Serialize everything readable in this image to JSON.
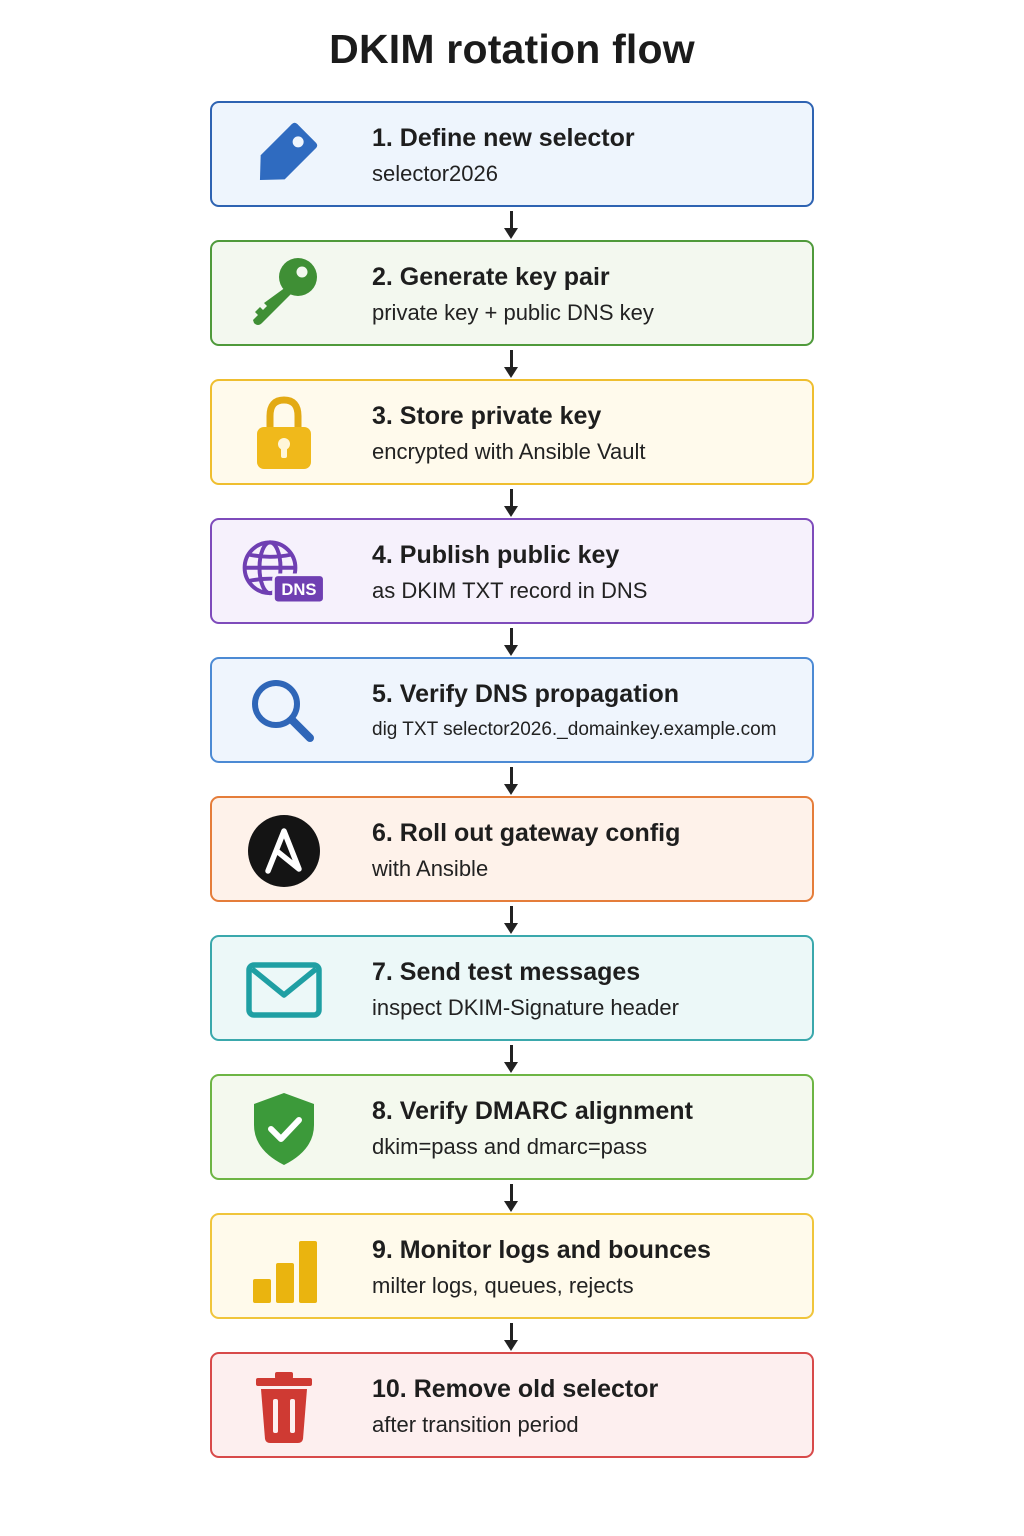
{
  "title": "DKIM rotation flow",
  "steps": [
    {
      "title": "1. Define new selector",
      "subtitle": "selector2026",
      "icon": "tag-icon",
      "border": "#2e63b2",
      "bg": "#eef5fd"
    },
    {
      "title": "2. Generate key pair",
      "subtitle": "private key + public DNS key",
      "icon": "key-icon",
      "border": "#4f9a3b",
      "bg": "#f3f8ef"
    },
    {
      "title": "3. Store private key",
      "subtitle": "encrypted with Ansible Vault",
      "icon": "padlock-icon",
      "border": "#efbe2f",
      "bg": "#fffaec"
    },
    {
      "title": "4. Publish public key",
      "subtitle": "as DKIM TXT record in DNS",
      "icon": "globe-dns-icon",
      "icon_text": "DNS",
      "border": "#7e4bbb",
      "bg": "#f6f1fc"
    },
    {
      "title": "5. Verify DNS propagation",
      "subtitle": "dig TXT selector2026._domainkey.example.com",
      "icon": "magnifier-icon",
      "border": "#4c8ad4",
      "bg": "#eff5fd"
    },
    {
      "title": "6. Roll out gateway config",
      "subtitle": "with Ansible",
      "icon": "ansible-logo-icon",
      "border": "#e57d3a",
      "bg": "#fef2ea"
    },
    {
      "title": "7. Send test messages",
      "subtitle": "inspect DKIM-Signature header",
      "icon": "envelope-icon",
      "border": "#3aa8ac",
      "bg": "#ecf8f8"
    },
    {
      "title": "8. Verify DMARC alignment",
      "subtitle": "dkim=pass and dmarc=pass",
      "icon": "shield-check-icon",
      "border": "#6db544",
      "bg": "#f4f9ee"
    },
    {
      "title": "9. Monitor logs and bounces",
      "subtitle": "milter logs, queues, rejects",
      "icon": "bar-chart-icon",
      "border": "#f0c53b",
      "bg": "#fffaeb"
    },
    {
      "title": "10. Remove old selector",
      "subtitle": "after transition period",
      "icon": "trash-icon",
      "border": "#d84a4a",
      "bg": "#fdefef"
    }
  ]
}
